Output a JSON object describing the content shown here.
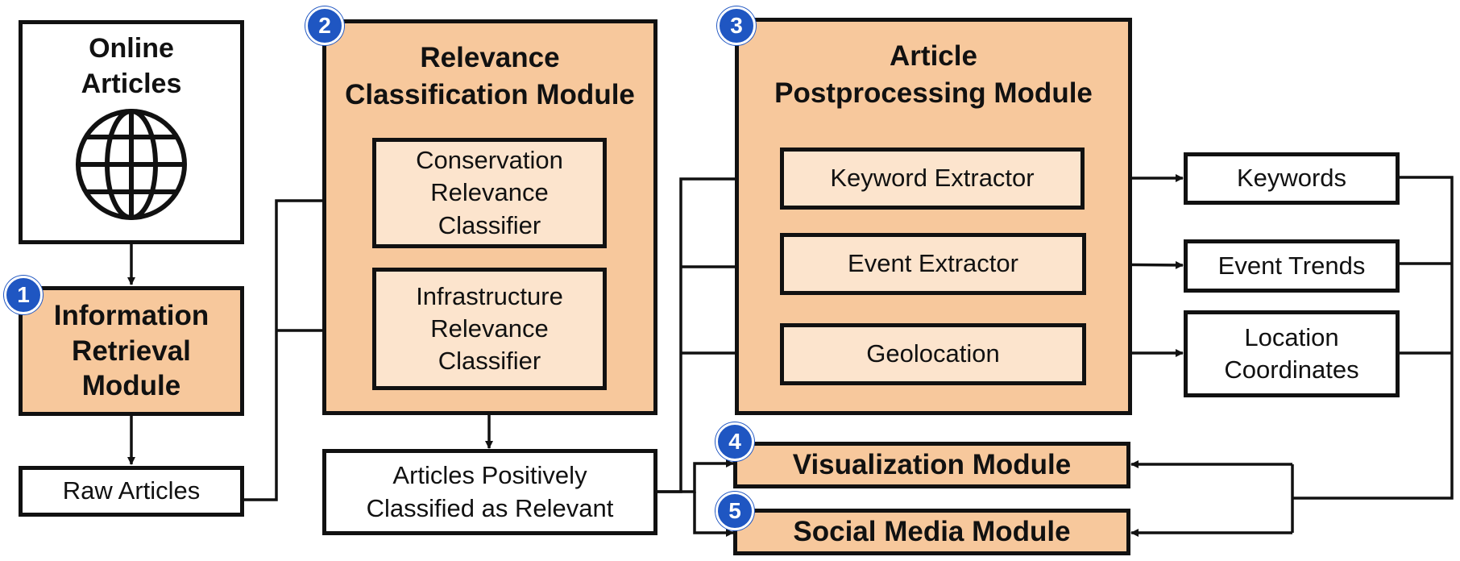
{
  "online_articles": {
    "title": "Online\nArticles",
    "icon": "globe-icon"
  },
  "modules": {
    "info_retrieval": {
      "badge": "1",
      "label": "Information\nRetrieval\nModule"
    },
    "relevance": {
      "badge": "2",
      "title": "Relevance\nClassification Module",
      "classifiers": [
        "Conservation\nRelevance\nClassifier",
        "Infrastructure\nRelevance\nClassifier"
      ]
    },
    "postprocessing": {
      "badge": "3",
      "title": "Article\nPostprocessing Module",
      "components": [
        "Keyword Extractor",
        "Event Extractor",
        "Geolocation"
      ]
    },
    "visualization": {
      "badge": "4",
      "label": "Visualization Module"
    },
    "social_media": {
      "badge": "5",
      "label": "Social Media Module"
    }
  },
  "raw_articles": "Raw Articles",
  "relevant_articles": "Articles Positively\nClassified as Relevant",
  "outputs": [
    "Keywords",
    "Event Trends",
    "Location\nCoordinates"
  ],
  "colors": {
    "module": "#f7c89c",
    "submodule": "#fce4cd",
    "badge": "#1f56c2",
    "border": "#111111"
  }
}
